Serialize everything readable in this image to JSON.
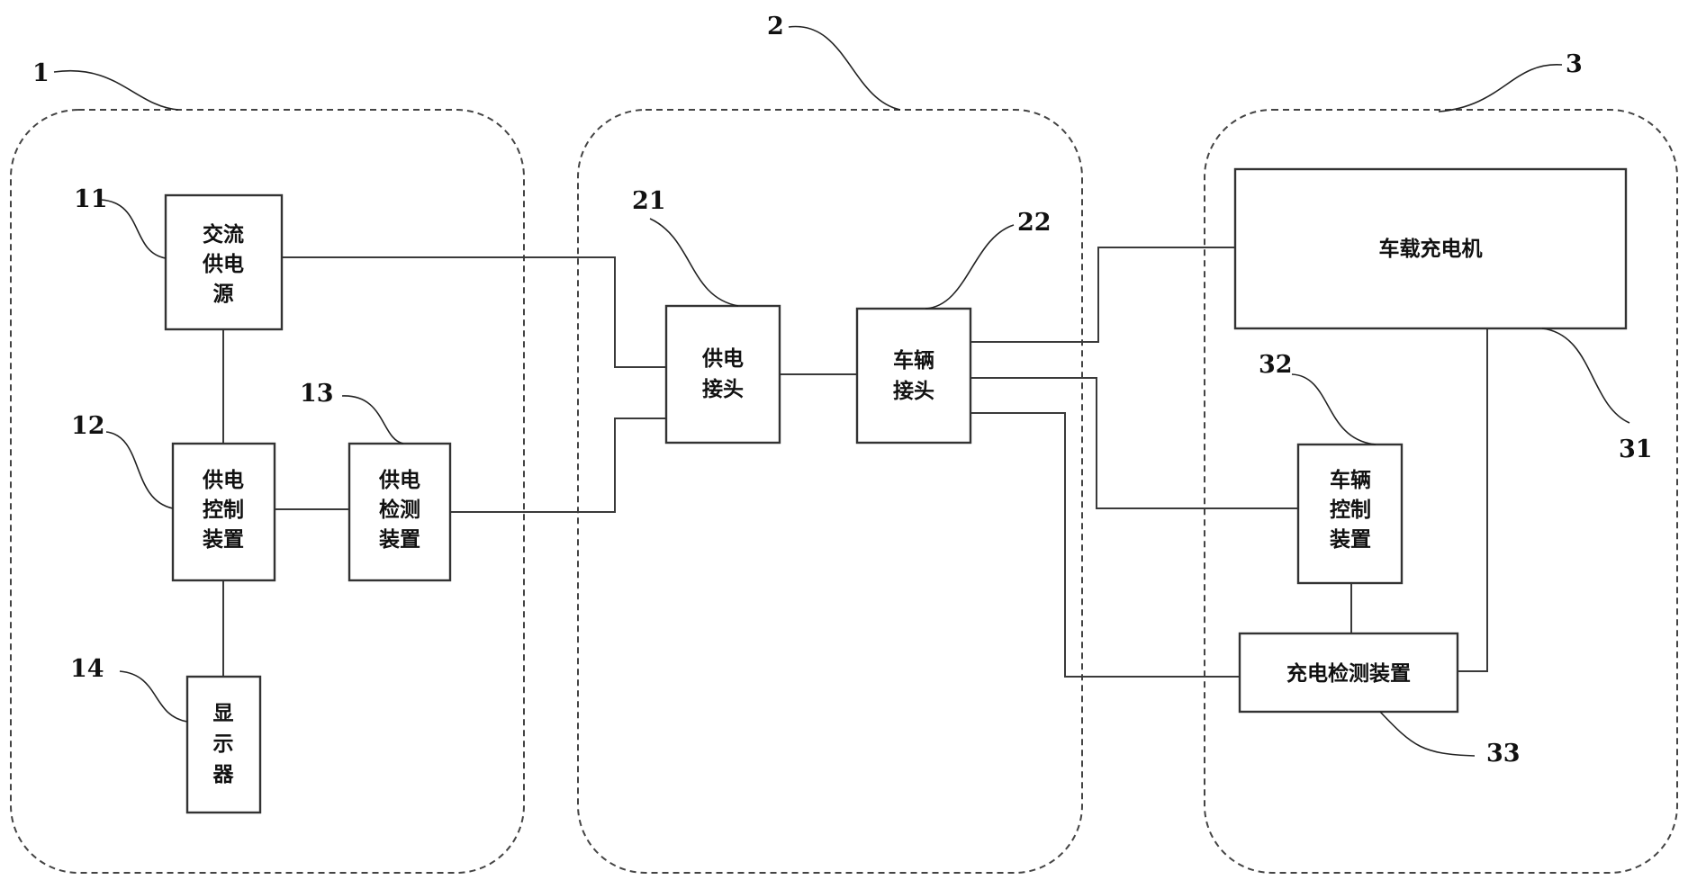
{
  "groups": {
    "g1": {
      "ref": "1"
    },
    "g2": {
      "ref": "2"
    },
    "g3": {
      "ref": "3"
    }
  },
  "blocks": {
    "ac_power": {
      "ref": "11",
      "lines": [
        "交流",
        "供电",
        "源"
      ]
    },
    "supply_control": {
      "ref": "12",
      "lines": [
        "供电",
        "控制",
        "装置"
      ]
    },
    "supply_detect": {
      "ref": "13",
      "lines": [
        "供电",
        "检测",
        "装置"
      ]
    },
    "display": {
      "ref": "14",
      "lines": [
        "显",
        "示",
        "器"
      ]
    },
    "supply_connector": {
      "ref": "21",
      "lines": [
        "供电",
        "接头"
      ]
    },
    "vehicle_connector": {
      "ref": "22",
      "lines": [
        "车辆",
        "接头"
      ]
    },
    "onboard_charger": {
      "ref": "31",
      "lines": [
        "车载充电机"
      ]
    },
    "vehicle_control": {
      "ref": "32",
      "lines": [
        "车辆",
        "控制",
        "装置"
      ]
    },
    "charge_detect": {
      "ref": "33",
      "lines": [
        "充电检测装置"
      ]
    }
  }
}
